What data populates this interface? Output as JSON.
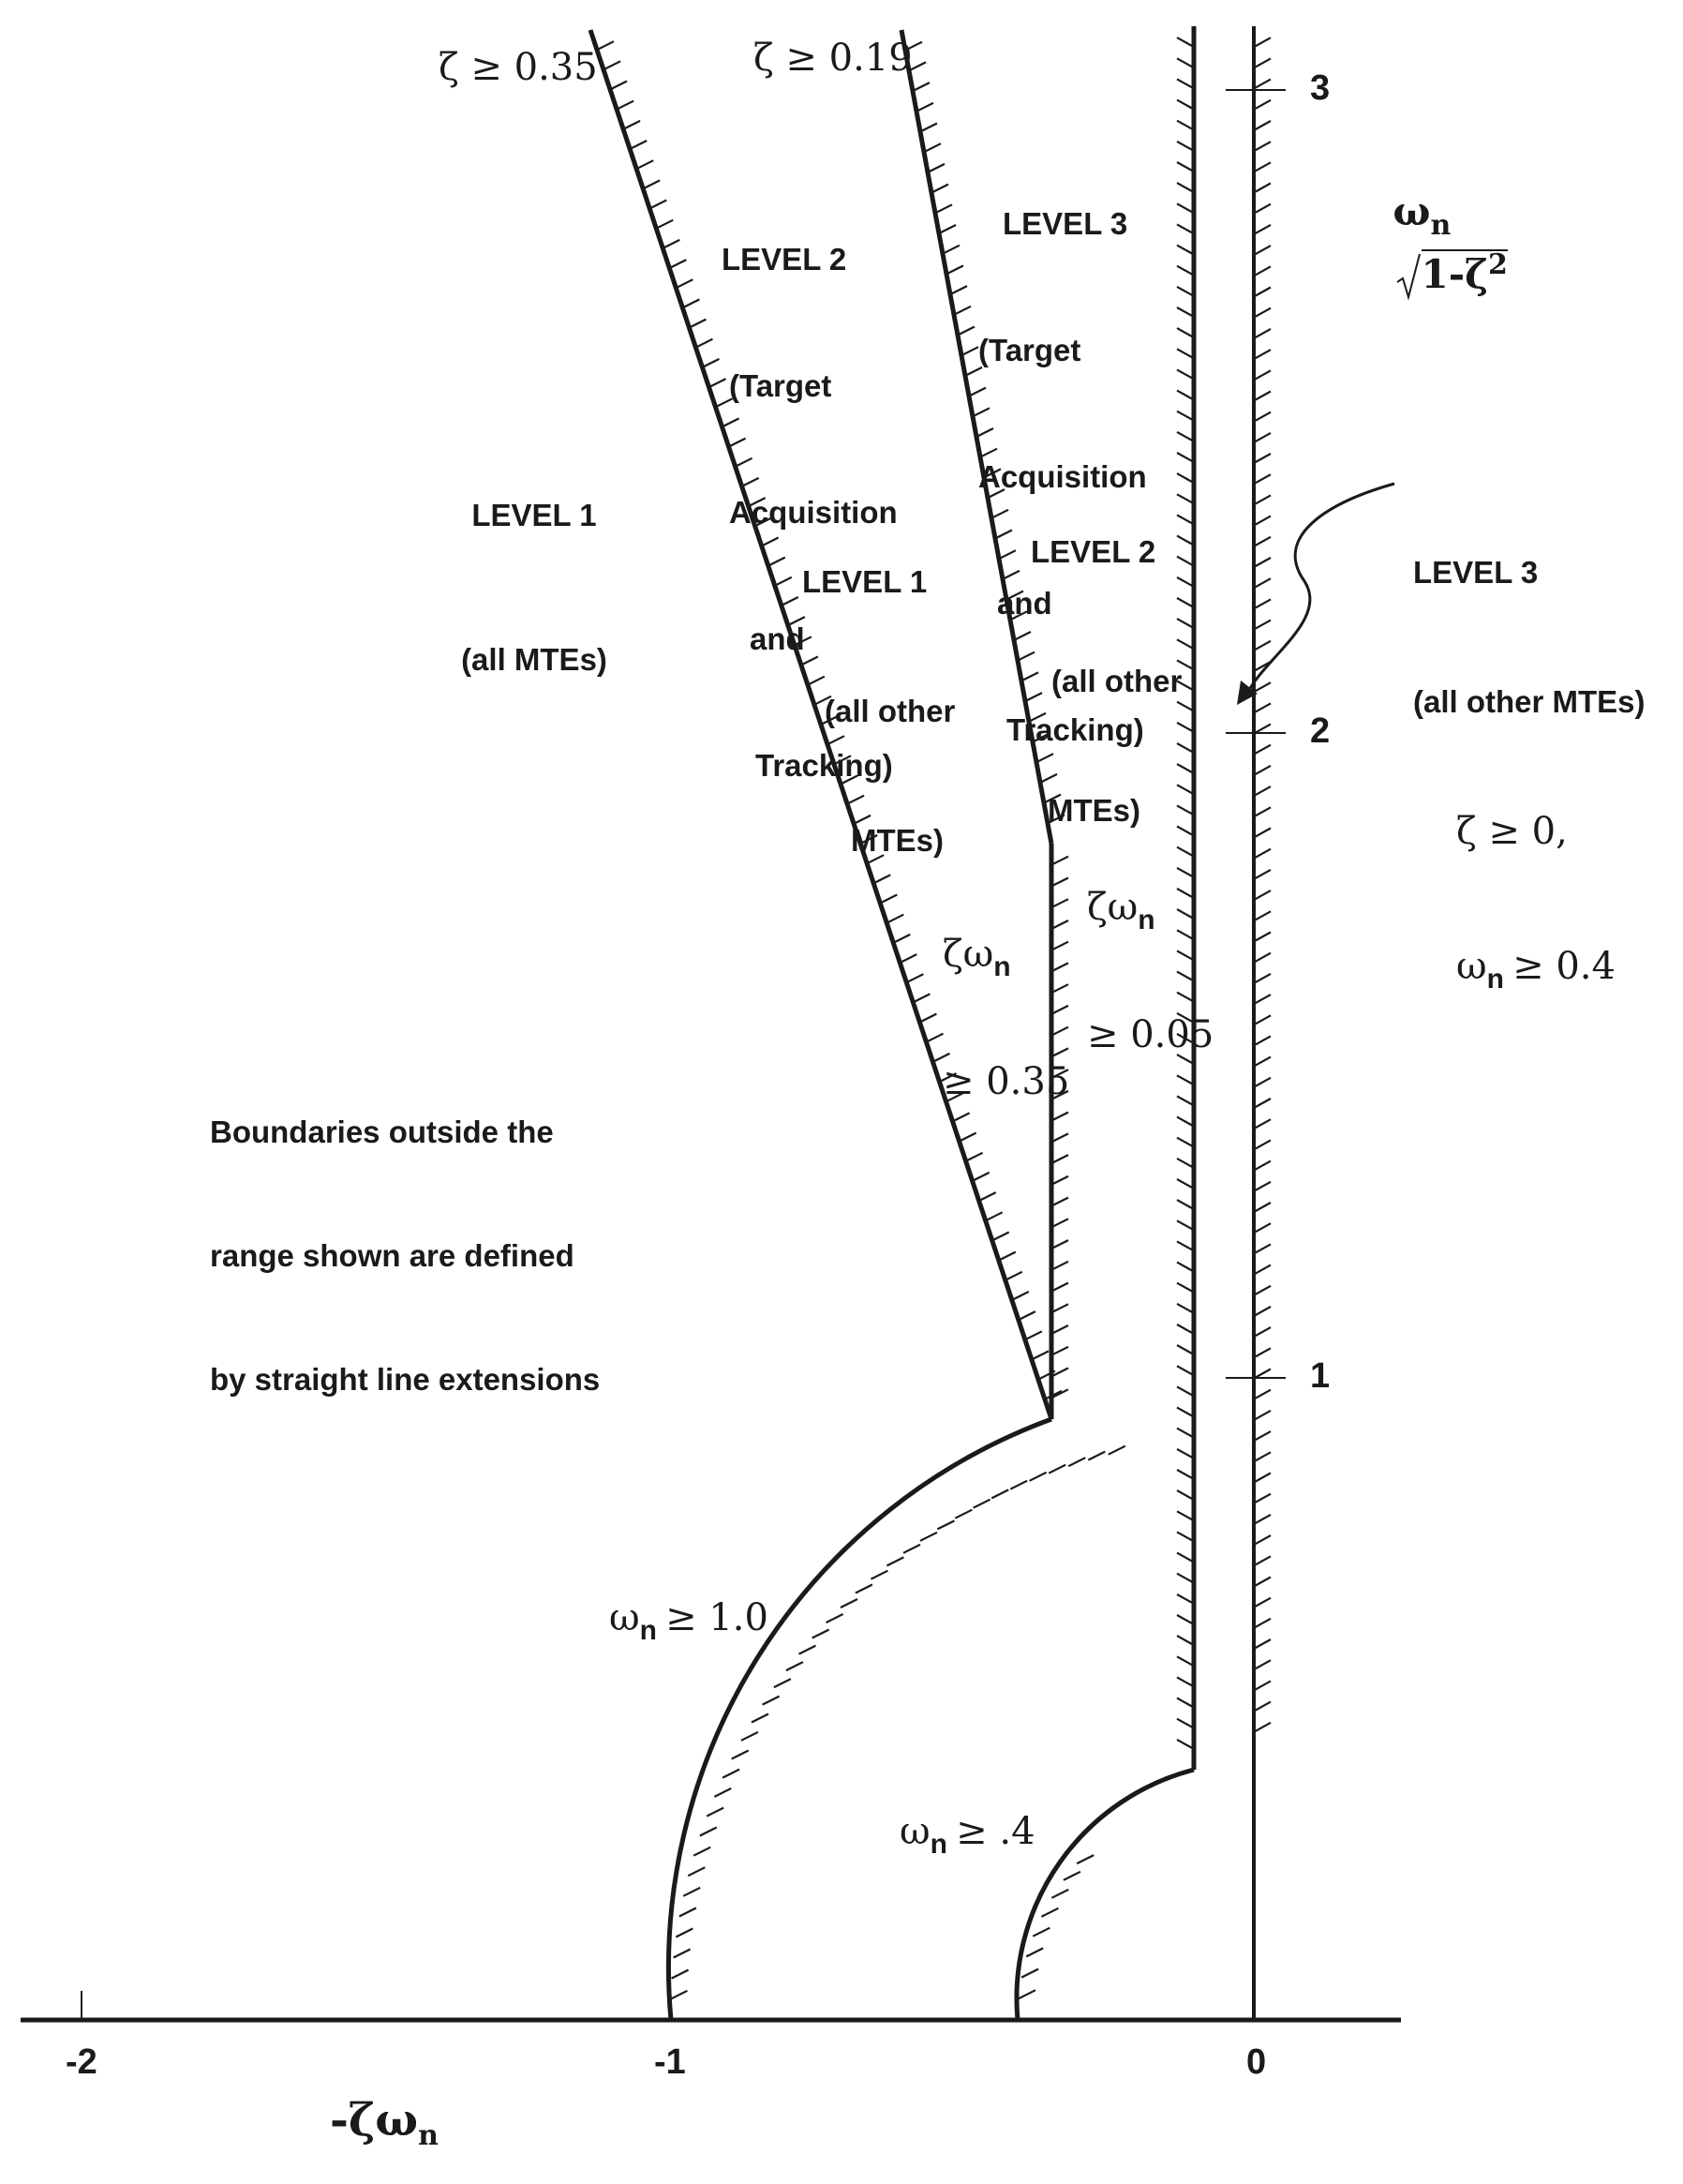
{
  "x_axis": {
    "label_prefix": "-ζω",
    "label_sub": "n",
    "ticks": [
      {
        "value": -2,
        "text": "-2"
      },
      {
        "value": -1,
        "text": "-1"
      },
      {
        "value": 0,
        "text": "0"
      }
    ]
  },
  "y_axis": {
    "label_main": "ω",
    "label_sub": "n",
    "label_root": "1-ζ",
    "label_sup": "2",
    "ticks": [
      {
        "value": 1,
        "text": "1"
      },
      {
        "value": 2,
        "text": "2"
      },
      {
        "value": 3,
        "text": "3"
      }
    ]
  },
  "boundaries": {
    "zeta_035_label": "ζ ≥ 0.35",
    "zeta_019_label": "ζ ≥ 0.19",
    "sigma_035": {
      "sym": "ζω",
      "sub": "n",
      "rest": "≥ 0.35"
    },
    "sigma_005": {
      "sym": "ζω",
      "sub": "n",
      "rest": "≥ 0.05"
    },
    "wn_10": {
      "sym": "ω",
      "sub": "n",
      "rest": "≥ 1.0"
    },
    "wn_04": {
      "sym": "ω",
      "sub": "n",
      "rest": "≥ .4"
    }
  },
  "regions": {
    "level1_all": [
      "LEVEL 1",
      "(all MTEs)"
    ],
    "level2_target": [
      "LEVEL 2",
      "(Target",
      "Acquisition",
      "and",
      "Tracking)"
    ],
    "level3_target": [
      "LEVEL 3",
      "(Target",
      "Acquisition",
      "and",
      "Tracking)"
    ],
    "level1_other": [
      "LEVEL 1",
      "(all other",
      "MTEs)"
    ],
    "level2_other": [
      "LEVEL 2",
      "(all other",
      "MTEs)"
    ],
    "level3_other": {
      "lines": [
        "LEVEL 3",
        "(all other MTEs)"
      ],
      "cond1": "ζ ≥ 0,",
      "cond2_sym": "ω",
      "cond2_sub": "n",
      "cond2_rest": "≥ 0.4"
    }
  },
  "note": [
    "Boundaries outside the",
    "range shown are defined",
    "by straight line extensions"
  ]
}
